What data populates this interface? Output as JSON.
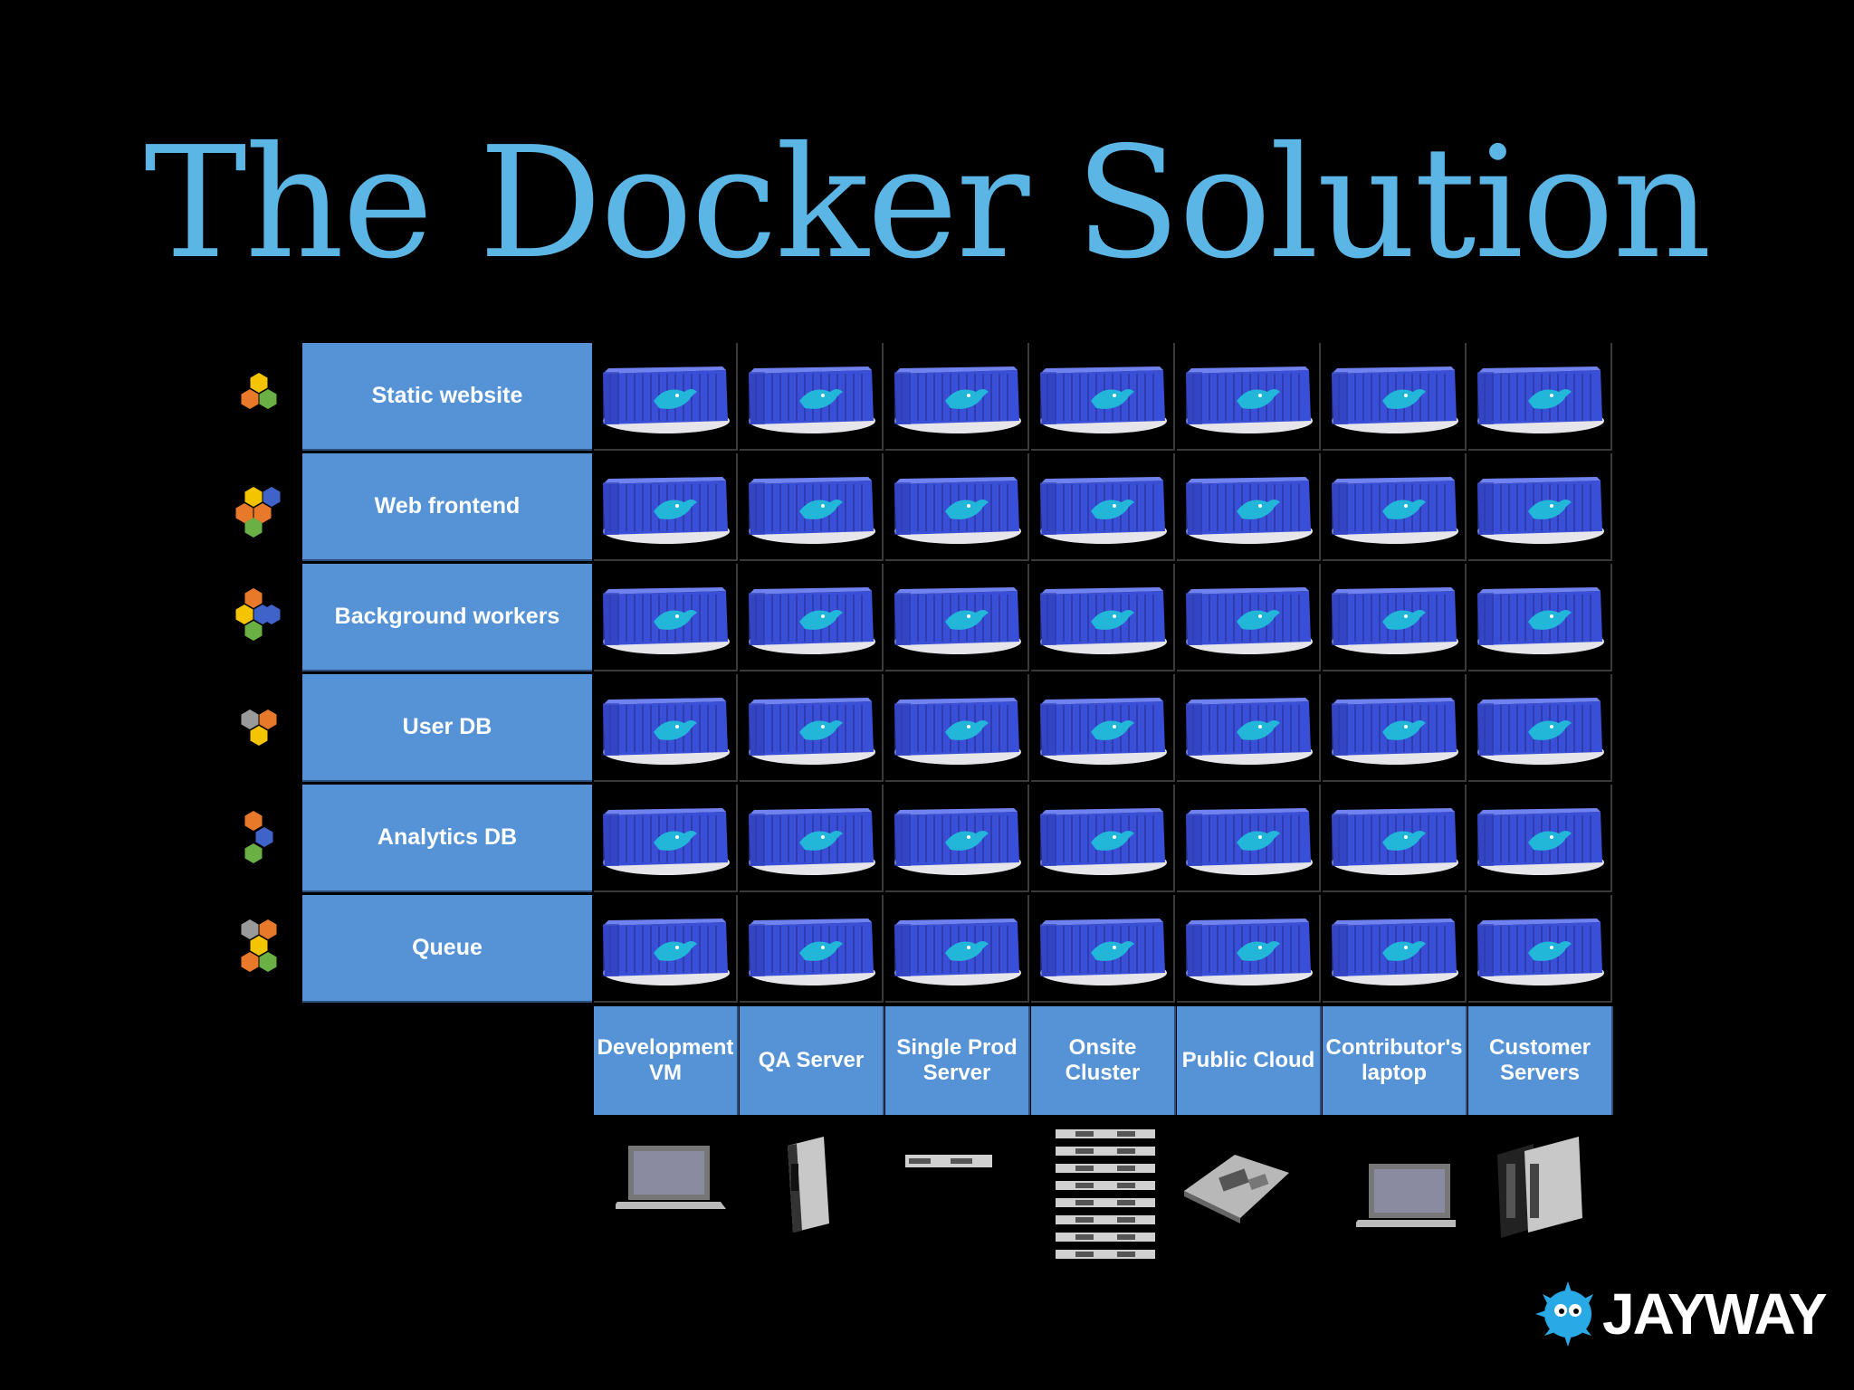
{
  "title": "The Docker Solution",
  "rows": [
    {
      "label": "Static website",
      "icon": "hexagon-cluster-icon"
    },
    {
      "label": "Web frontend",
      "icon": "hexagon-cluster-icon"
    },
    {
      "label": "Background workers",
      "icon": "hexagon-cluster-icon"
    },
    {
      "label": "User DB",
      "icon": "hexagon-cluster-icon"
    },
    {
      "label": "Analytics  DB",
      "icon": "hexagon-cluster-icon"
    },
    {
      "label": "Queue",
      "icon": "hexagon-cluster-icon"
    }
  ],
  "columns": [
    {
      "label": "Development VM",
      "hardware": "laptop-icon"
    },
    {
      "label": "QA  Server",
      "hardware": "blade-server-icon"
    },
    {
      "label": "Single Prod Server",
      "hardware": "rack-server-icon"
    },
    {
      "label": "Onsite Cluster",
      "hardware": "server-stack-icon"
    },
    {
      "label": "Public Cloud",
      "hardware": "motherboard-icon"
    },
    {
      "label": "Contributor's laptop",
      "hardware": "laptop-icon"
    },
    {
      "label": "Customer Servers",
      "hardware": "blade-servers-icon"
    }
  ],
  "cell_icon": "docker-container-icon",
  "logo": {
    "text": "JAYWAY",
    "icon": "pufferfish-icon"
  },
  "colors": {
    "title": "#5bb6e6",
    "label_bg": "#5592d6",
    "container": "#3a4fd8",
    "hex_orange": "#e8782a",
    "hex_yellow": "#f5c400",
    "hex_green": "#6ab044",
    "hex_blue": "#3f63c8",
    "hex_gray": "#9a9a9a"
  }
}
